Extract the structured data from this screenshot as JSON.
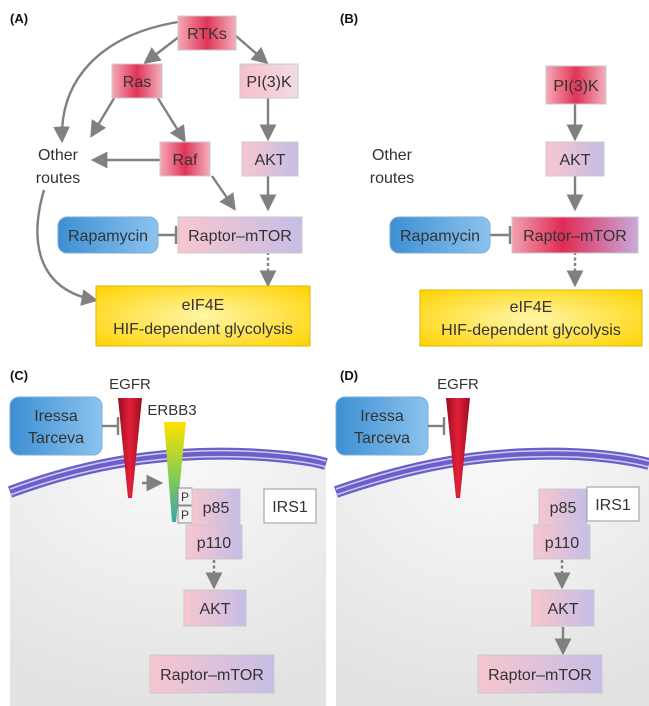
{
  "panels": {
    "A": "(A)",
    "B": "(B)",
    "C": "(C)",
    "D": "(D)"
  },
  "panel_a": {
    "rtks": "RTKs",
    "ras": "Ras",
    "pi3k": "PI(3)K",
    "other_1": "Other",
    "other_2": "routes",
    "raf": "Raf",
    "akt": "AKT",
    "rapamycin": "Rapamycin",
    "raptor": "Raptor–mTOR",
    "eif4e": "eIF4E",
    "hif": "HIF-dependent glycolysis"
  },
  "panel_b": {
    "pi3k": "PI(3)K",
    "akt": "AKT",
    "other_1": "Other",
    "other_2": "routes",
    "rapamycin": "Rapamycin",
    "raptor": "Raptor–mTOR",
    "eif4e": "eIF4E",
    "hif": "HIF-dependent glycolysis"
  },
  "panel_c": {
    "iressa": "Iressa",
    "tarceva": "Tarceva",
    "egfr": "EGFR",
    "erbb3": "ERBB3",
    "p1": "P",
    "p2": "P",
    "p85": "p85",
    "irs1": "IRS1",
    "p110": "p110",
    "akt": "AKT",
    "raptor": "Raptor–mTOR"
  },
  "panel_d": {
    "iressa": "Iressa",
    "tarceva": "Tarceva",
    "egfr": "EGFR",
    "p85": "p85",
    "irs1": "IRS1",
    "p110": "p110",
    "akt": "AKT",
    "raptor": "Raptor–mTOR"
  },
  "colors": {
    "red_node": "#e8506a",
    "pink_node": "#f4c6cf",
    "lavender_node": "#c9c2e6",
    "blue_drug": "#4a98d6",
    "yellow_box": "#ffd500",
    "membrane": "#6b5fc9",
    "cell_interior": "#ececec",
    "arrow": "#808080"
  }
}
